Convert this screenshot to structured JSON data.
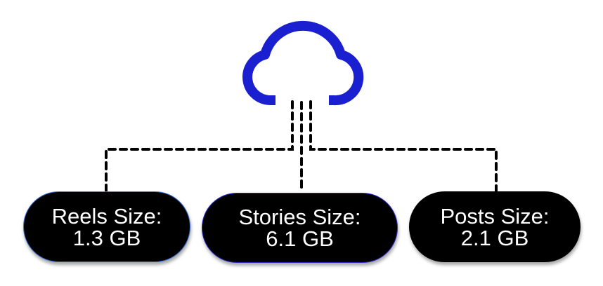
{
  "diagram": {
    "root": {
      "icon": "cloud-icon",
      "color": "#1a1fd0"
    },
    "nodes": [
      {
        "id": "reels",
        "label": "Reels Size:",
        "value": "1.3 GB"
      },
      {
        "id": "stories",
        "label": "Stories Size:",
        "value": "6.1 GB"
      },
      {
        "id": "posts",
        "label": "Posts Size:",
        "value": "2.1 GB"
      }
    ],
    "connector_style": "dashed"
  }
}
